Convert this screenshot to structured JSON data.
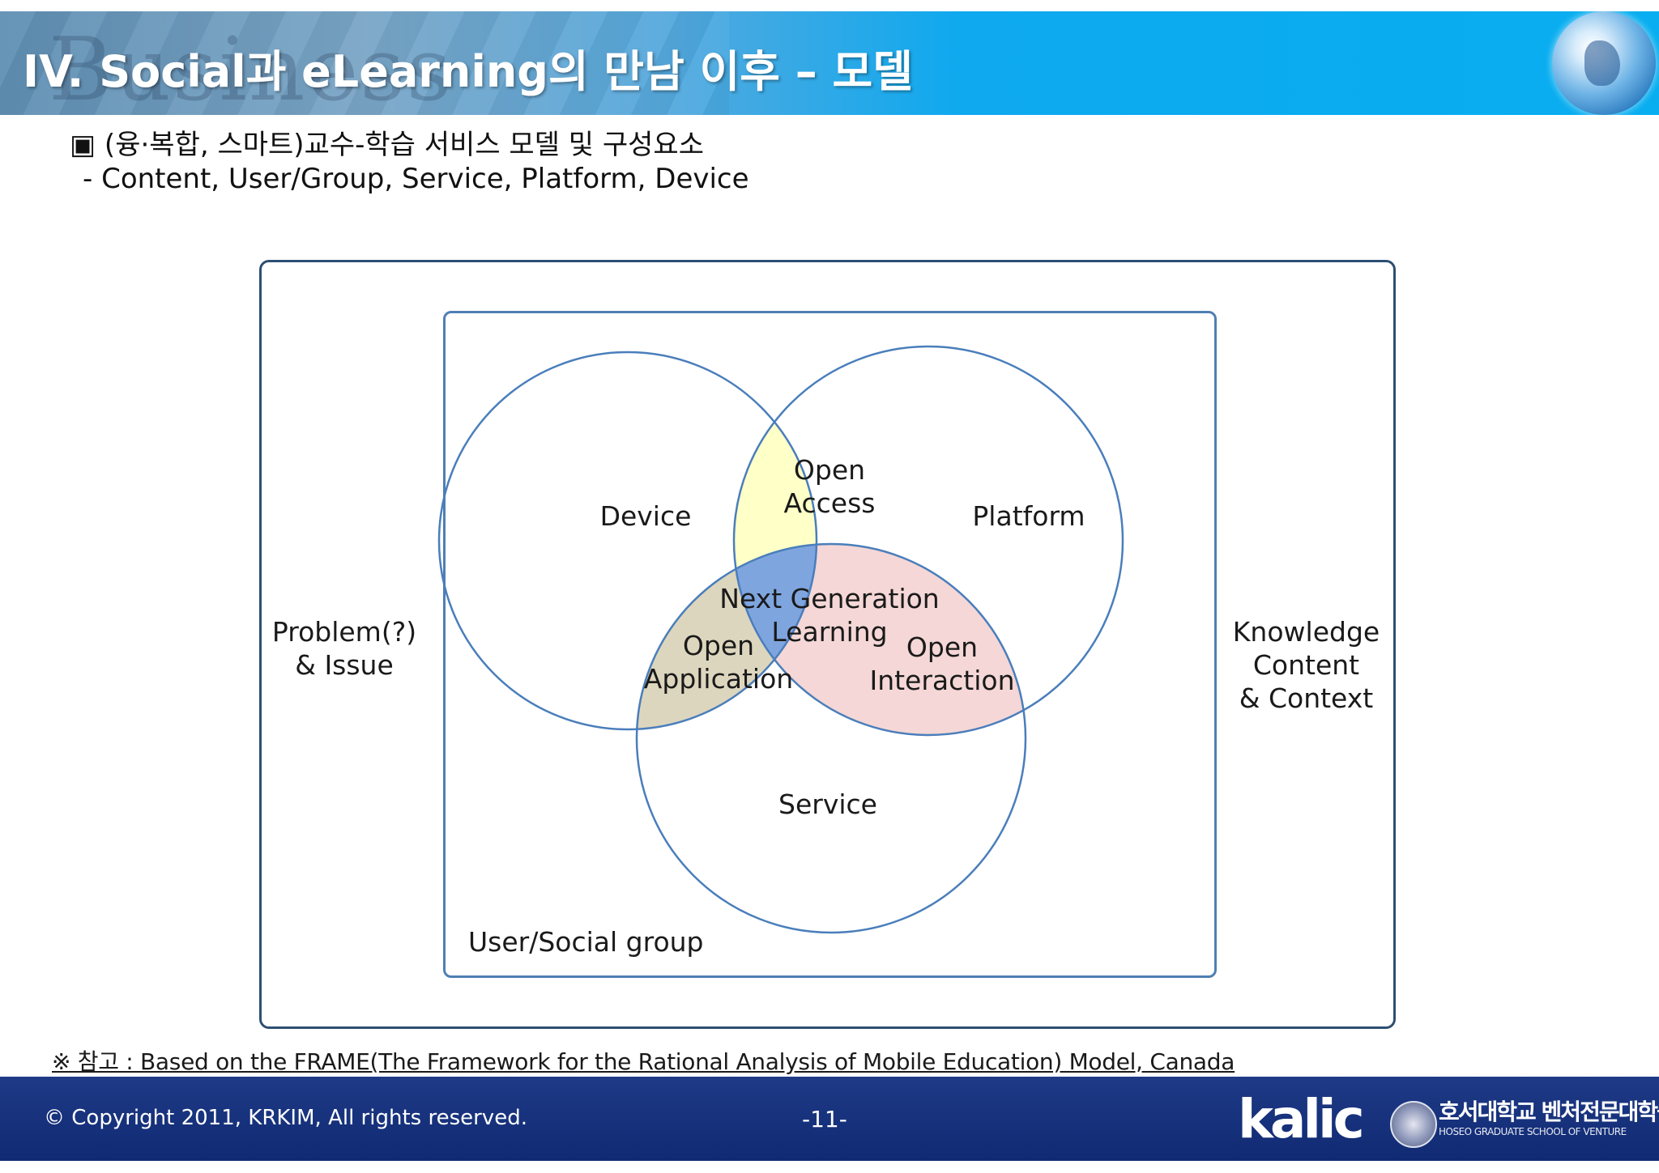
{
  "header": {
    "title": "IV. Social과 eLearning의 만남 이후 – 모델",
    "background_word": "Business"
  },
  "subtitle": {
    "line1": "▣ (융·복합, 스마트)교수-학습 서비스 모델 및 구성요소",
    "line2": "- Content, User/Group, Service, Platform, Device"
  },
  "diagram": {
    "outer_left_label": "Problem(?)\n& Issue",
    "outer_right_label": "Knowledge\nContent\n& Context",
    "inner_frame_label": "User/Social group",
    "circles": {
      "device": "Device",
      "platform": "Platform",
      "service": "Service"
    },
    "intersections": {
      "open_access": [
        "Open",
        "Access"
      ],
      "open_application": [
        "Open",
        "Application"
      ],
      "open_interaction": [
        "Open",
        "Interaction"
      ],
      "center": [
        "Next Generation",
        "Learning"
      ]
    },
    "colors": {
      "circle_stroke": "#4a7ebb",
      "open_access_fill": "#ffffc8",
      "open_application_fill": "#ddd6be",
      "open_interaction_fill": "#f4d7d6",
      "center_fill": "#7fa5df"
    }
  },
  "reference": "※ 참고 : Based on the FRAME(The Framework for the Rational Analysis of Mobile Education) Model, Canada",
  "footer": {
    "copyright": "© Copyright 2011,  KRKIM, All rights reserved.",
    "page_number": "-11-",
    "logo": "kalic",
    "institution": "호서대학교 벤처전문대학원",
    "institution_en": "HOSEO GRADUATE SCHOOL OF VENTURE"
  }
}
